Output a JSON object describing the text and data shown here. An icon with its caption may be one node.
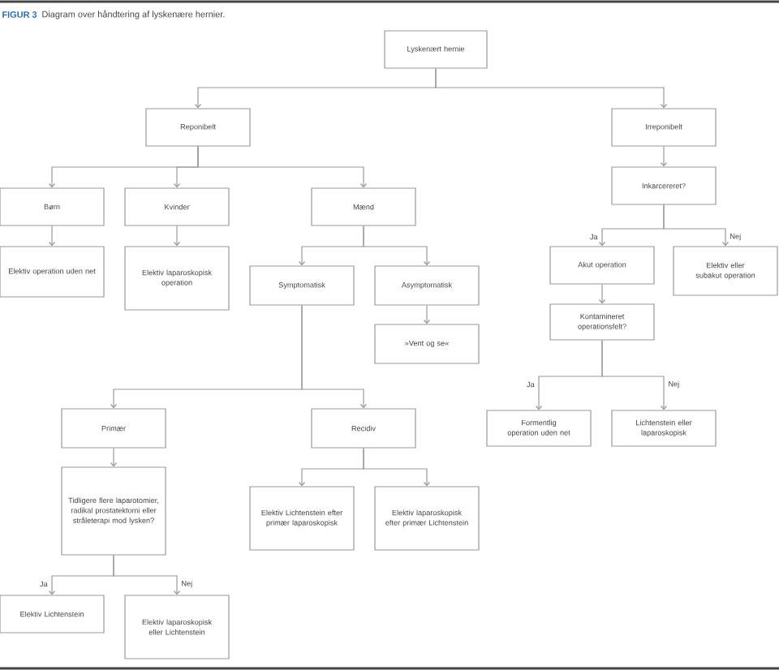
{
  "diagram": {
    "title": "FIGUR 3",
    "caption": "Diagram over håndtering af lyskenære hernier.",
    "nodes": [
      {
        "text": [
          "Lyskenært hernie"
        ]
      },
      {
        "text": [
          "Reponibelt"
        ]
      },
      {
        "text": [
          "Irreponibelt"
        ]
      },
      {
        "text": [
          "Børn"
        ]
      },
      {
        "text": [
          "Kvinder"
        ]
      },
      {
        "text": [
          "Mænd"
        ]
      },
      {
        "text": [
          "Inkarcereret?"
        ]
      },
      {
        "text": [
          "Elektiv operation uden net"
        ]
      },
      {
        "text": [
          "Elektiv laparoskopisk operation"
        ]
      },
      {
        "text": [
          "Symptomatisk"
        ]
      },
      {
        "text": [
          "Asymptomatisk"
        ]
      },
      {
        "text": [
          "»Vent og se«"
        ]
      },
      {
        "text": [
          "Akut operation"
        ]
      },
      {
        "text": [
          "Elektiv eller subakut operation"
        ]
      },
      {
        "text": [
          "Kontamineret operationsfelt?"
        ]
      },
      {
        "text": [
          "Formentlig operation uden net"
        ]
      },
      {
        "text": [
          "Lichtenstein eller laparoskopisk"
        ]
      },
      {
        "text": [
          "Primær"
        ]
      },
      {
        "text": [
          "Recidiv"
        ]
      },
      {
        "text": [
          "Tidligere flere laparotomier, radikal prostatektomi eller stråleterapi mod lysken?"
        ]
      },
      {
        "text": [
          "Elektiv Lichtenstein efter primær laparoskopisk"
        ]
      },
      {
        "text": [
          "Elektiv laparoskopisk efter primær Lichtenstein"
        ]
      },
      {
        "text": [
          "Elektiv Lichtenstein"
        ]
      },
      {
        "text": [
          "Elektiv laparoskopisk eller Lichtenstein"
        ]
      }
    ],
    "edges": [
      {
        "from": 0,
        "to": 1,
        "arrow": "to"
      },
      {
        "from": 0,
        "to": 2,
        "arrow": "to"
      },
      {
        "from": 1,
        "to": 3,
        "arrow": "to"
      },
      {
        "from": 1,
        "to": 4,
        "arrow": "to"
      },
      {
        "from": 1,
        "to": 5,
        "arrow": "to"
      },
      {
        "from": 2,
        "to": 6,
        "arrow": "to"
      },
      {
        "from": 3,
        "to": 7,
        "arrow": "to"
      },
      {
        "from": 4,
        "to": 8,
        "arrow": "to"
      },
      {
        "from": 5,
        "to": 9,
        "arrow": "to"
      },
      {
        "from": 5,
        "to": 10,
        "arrow": "to"
      },
      {
        "from": 10,
        "to": 11,
        "arrow": "to"
      },
      {
        "from": 6,
        "to": 12,
        "arrow": "to",
        "label": "Ja"
      },
      {
        "from": 6,
        "to": 13,
        "arrow": "to",
        "label": "Nej"
      },
      {
        "from": 12,
        "to": 14,
        "arrow": "to"
      },
      {
        "from": 14,
        "to": 15,
        "arrow": "to",
        "label": "Ja"
      },
      {
        "from": 14,
        "to": 16,
        "arrow": "to",
        "label": "Nej"
      },
      {
        "from": 9,
        "to": 17,
        "arrow": "to"
      },
      {
        "from": 9,
        "to": 18,
        "arrow": "to"
      },
      {
        "from": 17,
        "to": 19,
        "arrow": "to"
      },
      {
        "from": 18,
        "to": 20,
        "arrow": "to"
      },
      {
        "from": 18,
        "to": 21,
        "arrow": "to"
      },
      {
        "from": 19,
        "to": 22,
        "arrow": "to",
        "label": "Ja"
      },
      {
        "from": 19,
        "to": 23,
        "arrow": "to",
        "label": "Nej"
      }
    ]
  }
}
